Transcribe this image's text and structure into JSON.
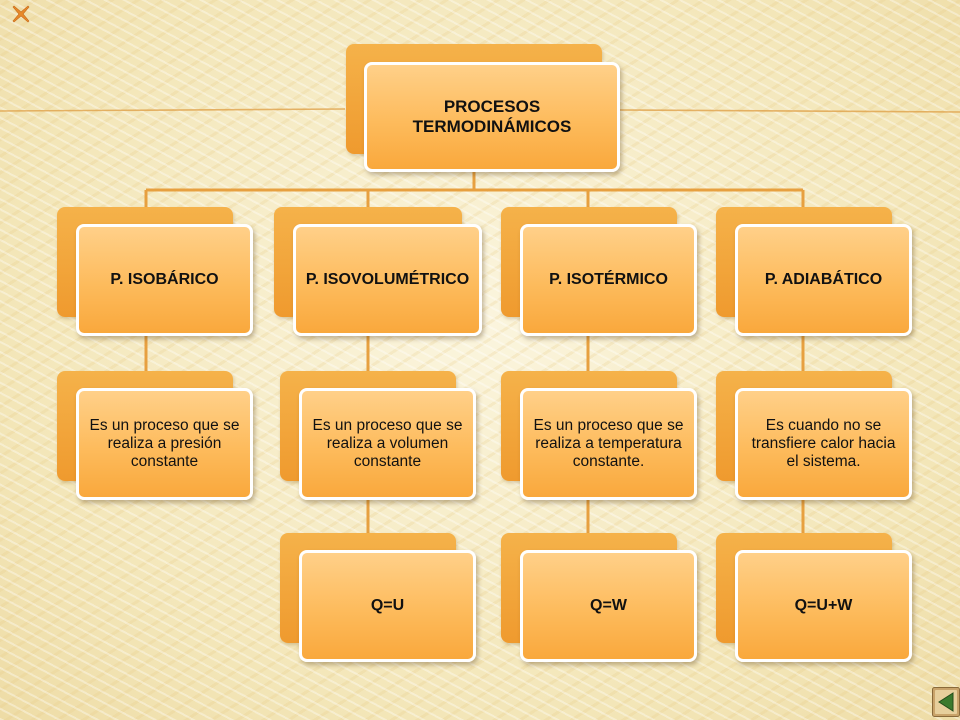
{
  "slide": {
    "title": "PROCESOS TERMODINÁMICOS"
  },
  "processes": [
    {
      "name": "P. ISOBÁRICO",
      "description": "Es un proceso que se realiza a presión constante",
      "formula": ""
    },
    {
      "name": "P. ISOVOLUMÉTRICO",
      "description": "Es un proceso que se realiza a volumen constante",
      "formula": "Q=U"
    },
    {
      "name": "P. ISOTÉRMICO",
      "description": "Es un proceso que se realiza a temperatura constante.",
      "formula": "Q=W"
    },
    {
      "name": "P. ADIABÁTICO",
      "description": "Es cuando no se transfiere calor hacia el sistema.",
      "formula": "Q=U+W"
    }
  ],
  "colors": {
    "box_back": "#ef9a2e",
    "box_front": "#fdbb5c",
    "connector": "#e7a040",
    "bullet": "#e8892a"
  },
  "icons": {
    "bullet": "x-bullet-icon",
    "nav": "back-arrow-icon"
  }
}
